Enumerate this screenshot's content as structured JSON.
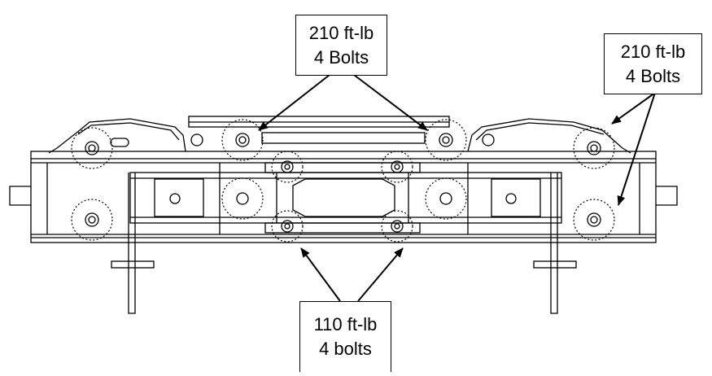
{
  "callouts": {
    "top_center": {
      "torque": "210 ft-lb",
      "count": "4 Bolts"
    },
    "top_right": {
      "torque": "210 ft-lb",
      "count": "4 Bolts"
    },
    "bottom_center": {
      "torque": "110 ft-lb",
      "count": "4 bolts"
    }
  },
  "colors": {
    "line": "#000000",
    "background": "#ffffff"
  }
}
